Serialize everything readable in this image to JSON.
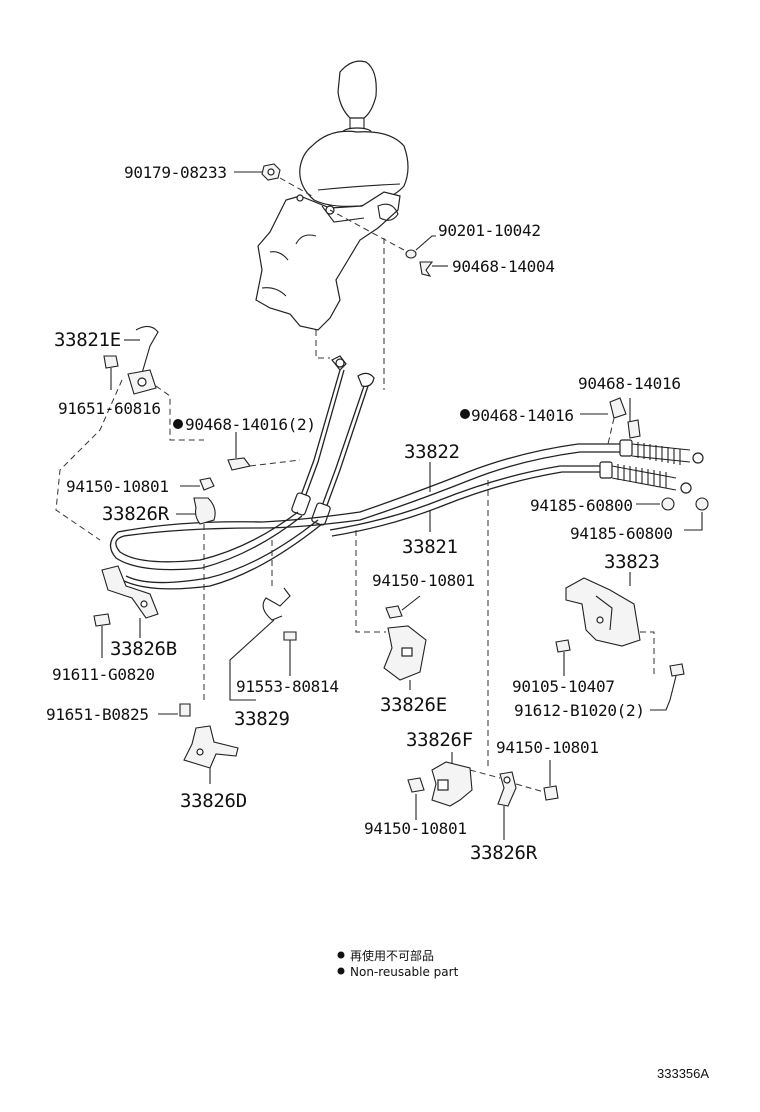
{
  "labels": {
    "l_90179_08233": "90179-08233",
    "l_90201_10042": "90201-10042",
    "l_90468_14004": "90468-14004",
    "l_33821E": "33821E",
    "l_91651_60816": "91651-60816",
    "l_90468_14016_2": "90468-14016(2)",
    "l_90468_14016_a": "90468-14016",
    "l_90468_14016_b": "90468-14016",
    "l_33822": "33822",
    "l_94150_10801_a": "94150-10801",
    "l_33826R_a": "33826R",
    "l_94185_60800_a": "94185-60800",
    "l_94185_60800_b": "94185-60800",
    "l_33821": "33821",
    "l_33823": "33823",
    "l_94150_10801_b": "94150-10801",
    "l_33826B": "33826B",
    "l_91611_G0820": "91611-G0820",
    "l_91553_80814": "91553-80814",
    "l_90105_10407": "90105-10407",
    "l_91612_B1020_2": "91612-B1020(2)",
    "l_91651_B0825": "91651-B0825",
    "l_33829": "33829",
    "l_33826E": "33826E",
    "l_33826F": "33826F",
    "l_94150_10801_c": "94150-10801",
    "l_33826D": "33826D",
    "l_94150_10801_d": "94150-10801",
    "l_33826R_b": "33826R"
  },
  "legend": {
    "line1": "再使用不可部品",
    "line2": "Non-reusable part"
  },
  "reference": "333356A",
  "colors": {
    "ink": "#111111",
    "background": "#ffffff"
  }
}
